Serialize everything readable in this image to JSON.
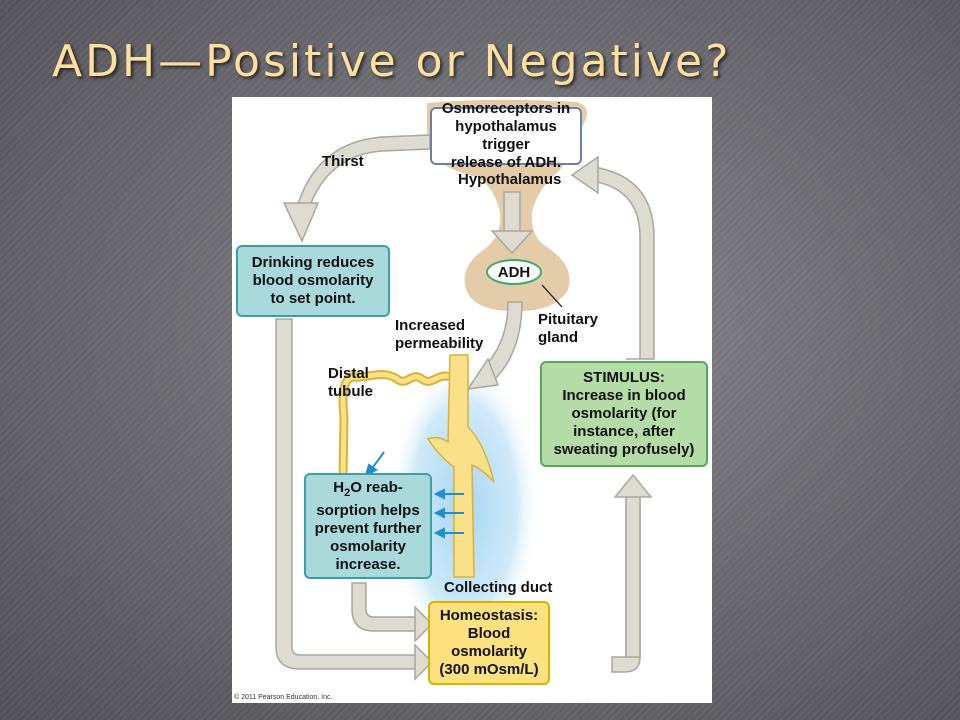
{
  "slide": {
    "title": "ADH—Positive or Negative?"
  },
  "diagram": {
    "osmoreceptors": [
      "Osmoreceptors in",
      "hypothalamus trigger",
      "release of ADH."
    ],
    "thirst": "Thirst",
    "hypothalamus": "Hypothalamus",
    "drinking": [
      "Drinking reduces",
      "blood osmolarity",
      "to set point."
    ],
    "adh": "ADH",
    "increased_permeability": [
      "Increased",
      "permeability"
    ],
    "pituitary": [
      "Pituitary",
      "gland"
    ],
    "distal_tubule": [
      "Distal",
      "tubule"
    ],
    "stimulus": [
      "STIMULUS:",
      "Increase in blood",
      "osmolarity (for",
      "instance, after",
      "sweating profusely)"
    ],
    "reabsorption": {
      "line1_pre": "H",
      "line1_sub": "2",
      "line1_post": "O reab-",
      "rest": [
        "sorption helps",
        "prevent further",
        "osmolarity",
        "increase."
      ]
    },
    "collecting_duct": "Collecting duct",
    "homeostasis": [
      "Homeostasis:",
      "Blood osmolarity",
      "(300 mOsm/L)"
    ],
    "copyright": "© 2011 Pearson Education, Inc."
  },
  "colors": {
    "title": "#ffdf9e",
    "gland": "#e5cca8",
    "arrow_fill": "#dedbd0",
    "arrow_stroke": "#a9a89e",
    "duct_fill": "#fae089",
    "duct_stroke": "#d8b238",
    "water_glow": "#9fd3f2",
    "water_arrow": "#1e8fd0"
  }
}
